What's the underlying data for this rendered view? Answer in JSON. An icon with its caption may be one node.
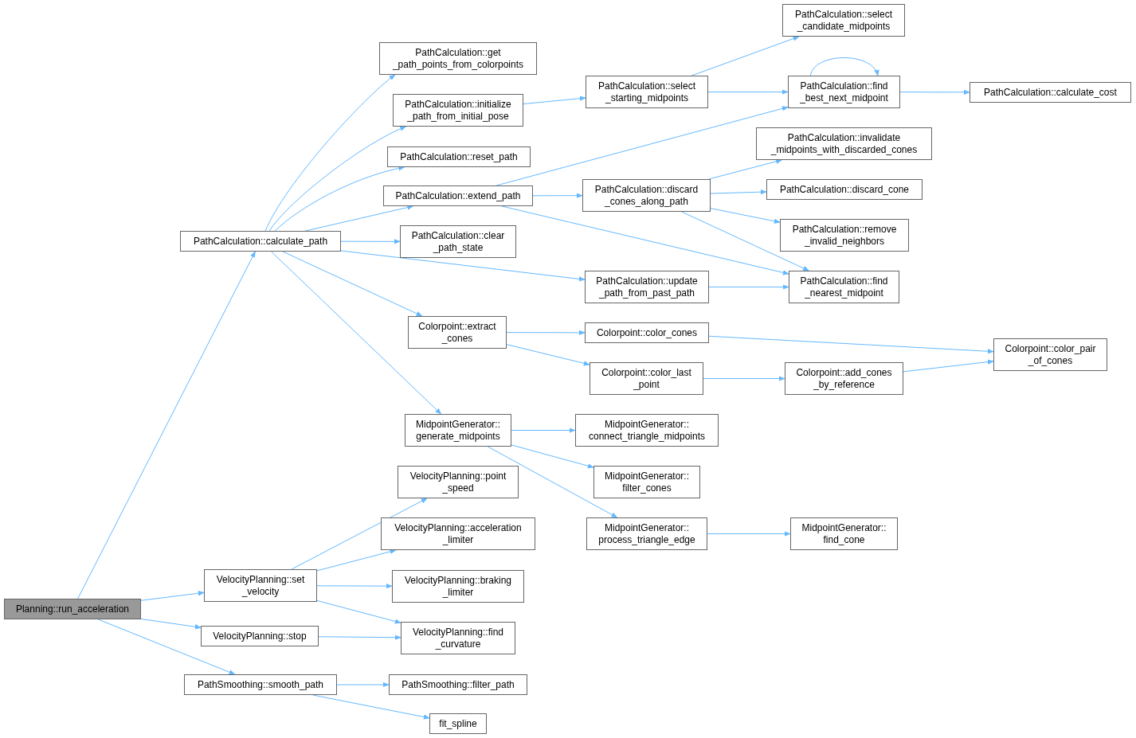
{
  "diagram": {
    "nodes": [
      {
        "text": [
          "Planning::run_acceleration"
        ]
      },
      {
        "text": [
          "PathCalculation::calculate_path"
        ]
      },
      {
        "text": [
          "PathCalculation::get _path_points_from_colorpoints"
        ]
      },
      {
        "text": [
          "PathCalculation::initialize _path_from_initial_pose"
        ]
      },
      {
        "text": [
          "PathCalculation::reset_path"
        ]
      },
      {
        "text": [
          "PathCalculation::extend_path"
        ]
      },
      {
        "text": [
          "PathCalculation::clear _path_state"
        ]
      },
      {
        "text": [
          "PathCalculation::update _path_from_past_path"
        ]
      },
      {
        "text": [
          "Colorpoint::extract _cones"
        ]
      },
      {
        "text": [
          "MidpointGenerator:: generate_midpoints"
        ]
      },
      {
        "text": [
          "VelocityPlanning::point _speed"
        ]
      },
      {
        "text": [
          "VelocityPlanning::acceleration _limiter"
        ]
      },
      {
        "text": [
          "VelocityPlanning::braking _limiter"
        ]
      },
      {
        "text": [
          "VelocityPlanning::find _curvature"
        ]
      },
      {
        "text": [
          "VelocityPlanning::set _velocity"
        ]
      },
      {
        "text": [
          "VelocityPlanning::stop"
        ]
      },
      {
        "text": [
          "PathSmoothing::smooth_path"
        ]
      },
      {
        "text": [
          "PathSmoothing::filter_path"
        ]
      },
      {
        "text": [
          "fit_spline"
        ]
      },
      {
        "text": [
          "PathCalculation::select _starting_midpoints"
        ]
      },
      {
        "text": [
          "PathCalculation::select _candidate_midpoints"
        ]
      },
      {
        "text": [
          "PathCalculation::find _best_next_midpoint"
        ]
      },
      {
        "text": [
          "PathCalculation::calculate_cost"
        ]
      },
      {
        "text": [
          "PathCalculation::discard _cones_along_path"
        ]
      },
      {
        "text": [
          "PathCalculation::invalidate _midpoints_with_discarded_cones"
        ]
      },
      {
        "text": [
          "PathCalculation::discard_cone"
        ]
      },
      {
        "text": [
          "PathCalculation::remove _invalid_neighbors"
        ]
      },
      {
        "text": [
          "PathCalculation::find _nearest_midpoint"
        ]
      },
      {
        "text": [
          "Colorpoint::color_cones"
        ]
      },
      {
        "text": [
          "Colorpoint::color_last _point"
        ]
      },
      {
        "text": [
          "Colorpoint::add_cones _by_reference"
        ]
      },
      {
        "text": [
          "Colorpoint::color_pair _of_cones"
        ]
      },
      {
        "text": [
          "MidpointGenerator:: connect_triangle_midpoints"
        ]
      },
      {
        "text": [
          "MidpointGenerator:: filter_cones"
        ]
      },
      {
        "text": [
          "MidpointGenerator:: process_triangle_edge"
        ]
      },
      {
        "text": [
          "MidpointGenerator:: find_cone"
        ]
      }
    ],
    "edges": [
      {
        "from": 0,
        "to": 1,
        "arrow": "to"
      },
      {
        "from": 0,
        "to": 14,
        "arrow": "to"
      },
      {
        "from": 0,
        "to": 15,
        "arrow": "to"
      },
      {
        "from": 0,
        "to": 16,
        "arrow": "to"
      },
      {
        "from": 1,
        "to": 2,
        "arrow": "to"
      },
      {
        "from": 1,
        "to": 3,
        "arrow": "to"
      },
      {
        "from": 1,
        "to": 4,
        "arrow": "to"
      },
      {
        "from": 1,
        "to": 5,
        "arrow": "to"
      },
      {
        "from": 1,
        "to": 6,
        "arrow": "to"
      },
      {
        "from": 1,
        "to": 7,
        "arrow": "to"
      },
      {
        "from": 1,
        "to": 8,
        "arrow": "to"
      },
      {
        "from": 1,
        "to": 9,
        "arrow": "to"
      },
      {
        "from": 3,
        "to": 19,
        "arrow": "to"
      },
      {
        "from": 19,
        "to": 20,
        "arrow": "to"
      },
      {
        "from": 19,
        "to": 21,
        "arrow": "to"
      },
      {
        "from": 21,
        "to": 21,
        "arrow": "to"
      },
      {
        "from": 21,
        "to": 22,
        "arrow": "to"
      },
      {
        "from": 5,
        "to": 21,
        "arrow": "to"
      },
      {
        "from": 5,
        "to": 23,
        "arrow": "to"
      },
      {
        "from": 5,
        "to": 27,
        "arrow": "to"
      },
      {
        "from": 23,
        "to": 24,
        "arrow": "to"
      },
      {
        "from": 23,
        "to": 25,
        "arrow": "to"
      },
      {
        "from": 23,
        "to": 26,
        "arrow": "to"
      },
      {
        "from": 23,
        "to": 27,
        "arrow": "to"
      },
      {
        "from": 7,
        "to": 27,
        "arrow": "to"
      },
      {
        "from": 8,
        "to": 28,
        "arrow": "to"
      },
      {
        "from": 8,
        "to": 29,
        "arrow": "to"
      },
      {
        "from": 28,
        "to": 31,
        "arrow": "to"
      },
      {
        "from": 29,
        "to": 30,
        "arrow": "to"
      },
      {
        "from": 30,
        "to": 31,
        "arrow": "to"
      },
      {
        "from": 9,
        "to": 32,
        "arrow": "to"
      },
      {
        "from": 9,
        "to": 33,
        "arrow": "to"
      },
      {
        "from": 9,
        "to": 34,
        "arrow": "to"
      },
      {
        "from": 34,
        "to": 35,
        "arrow": "to"
      },
      {
        "from": 14,
        "to": 10,
        "arrow": "to"
      },
      {
        "from": 14,
        "to": 11,
        "arrow": "to"
      },
      {
        "from": 14,
        "to": 12,
        "arrow": "to"
      },
      {
        "from": 14,
        "to": 13,
        "arrow": "to"
      },
      {
        "from": 15,
        "to": 13,
        "arrow": "to"
      },
      {
        "from": 16,
        "to": 17,
        "arrow": "to"
      },
      {
        "from": 16,
        "to": 18,
        "arrow": "to"
      }
    ]
  }
}
